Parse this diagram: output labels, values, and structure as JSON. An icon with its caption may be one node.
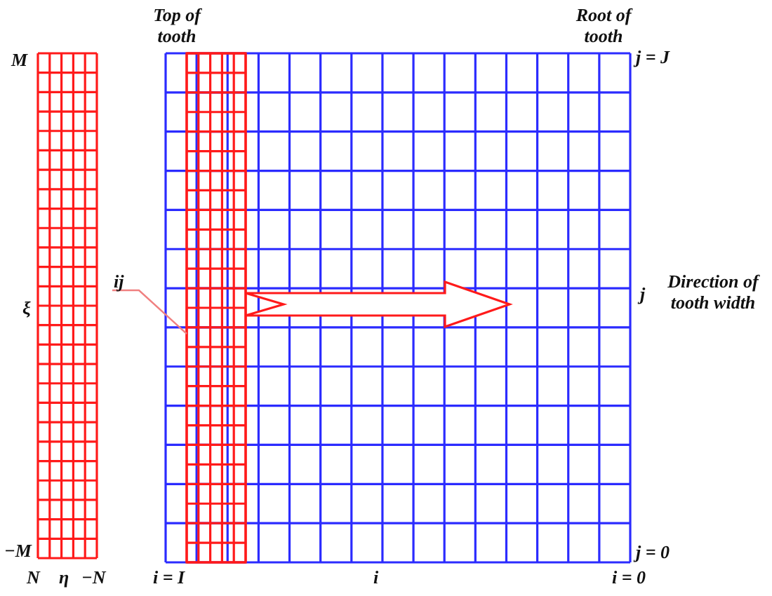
{
  "diagram": {
    "nodes": [
      {
        "text": [
          "ij"
        ]
      },
      {
        "text": [],
        "shape": "box"
      }
    ],
    "edges": [
      {
        "from": 0,
        "to": 1,
        "arrow": "none"
      }
    ],
    "labels": [
      "Top of tooth",
      "Root of tooth",
      "M",
      "j = J",
      "ξ",
      "j",
      "Direction of tooth width",
      "−M",
      "j = 0",
      "N",
      "η",
      "−N",
      "i = I",
      "i",
      "i = 0"
    ]
  }
}
